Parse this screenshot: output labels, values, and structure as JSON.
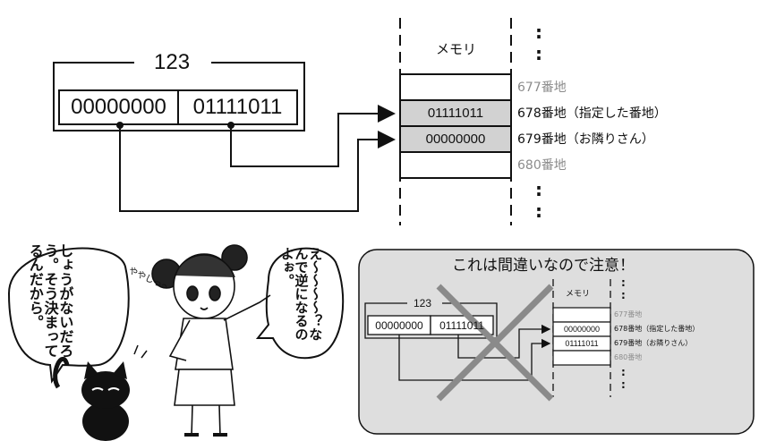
{
  "main": {
    "value_label": "123",
    "bytes": [
      "00000000",
      "01111011"
    ],
    "memory_header": "メモリ",
    "dots": ":",
    "rows": [
      {
        "value": "",
        "address": "677番地"
      },
      {
        "value": "01111011",
        "address": "678番地（指定した番地）"
      },
      {
        "value": "00000000",
        "address": "679番地（お隣りさん）"
      },
      {
        "value": "",
        "address": "680番地"
      }
    ]
  },
  "bubbles": {
    "left_lines": [
      "しょうがない",
      "だろう。",
      "そう決まって",
      "るんだから。"
    ],
    "right_lines": [
      "え〜〜〜〜？",
      "なんで逆に",
      "なるのよぉ。"
    ],
    "sfx": "ややしっ〜"
  },
  "warning": {
    "title": "これは間違いなので注意！",
    "value_label": "123",
    "bytes": [
      "00000000",
      "01111011"
    ],
    "memory_header": "メモリ",
    "rows": [
      {
        "value": "",
        "address": "677番地"
      },
      {
        "value": "00000000",
        "address": "678番地（指定した番地）"
      },
      {
        "value": "01111011",
        "address": "679番地（お隣りさん）"
      },
      {
        "value": "",
        "address": "680番地"
      }
    ]
  },
  "colors": {
    "cell_fill": "#d2d2d2",
    "panel_fill": "#dedede",
    "ink": "#111111",
    "muted_address": "#8c8c8c",
    "cross": "#8a8a8a"
  }
}
